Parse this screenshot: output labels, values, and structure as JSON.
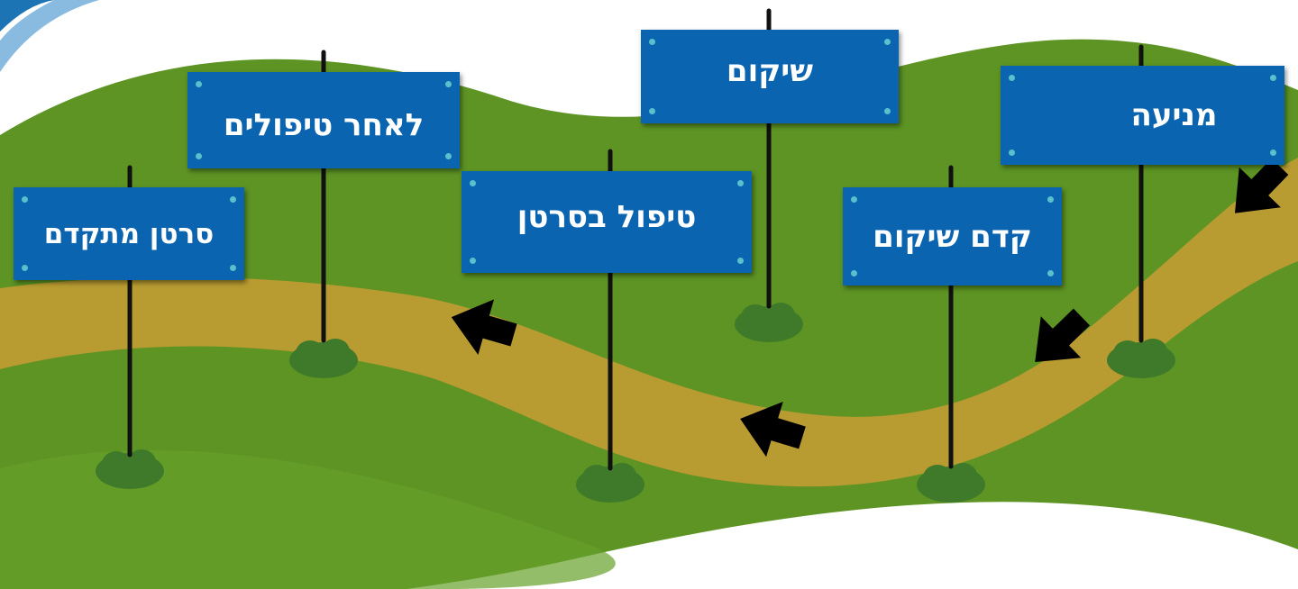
{
  "colors": {
    "sky": "#ffffff",
    "hill_back": "#1d74b5",
    "grass": "#5d9424",
    "grass_light": "#66a12b",
    "path": "#b89b31",
    "sign": "#0a64b0",
    "sign_dot": "#59c0cc",
    "arrow": "#000000",
    "post": "#111111",
    "bush": "#3f7a2a"
  },
  "stages": [
    {
      "id": "prevention",
      "label": "מניעה"
    },
    {
      "id": "pre-rehab",
      "label": "קדם שיקום"
    },
    {
      "id": "rehabilitation",
      "label": "שיקום"
    },
    {
      "id": "cancer-treatment",
      "label": "טיפול בסרטן"
    },
    {
      "id": "after-treatment",
      "label": "לאחר טיפולים"
    },
    {
      "id": "advanced-cancer",
      "label": "סרטן מתקדם"
    }
  ]
}
